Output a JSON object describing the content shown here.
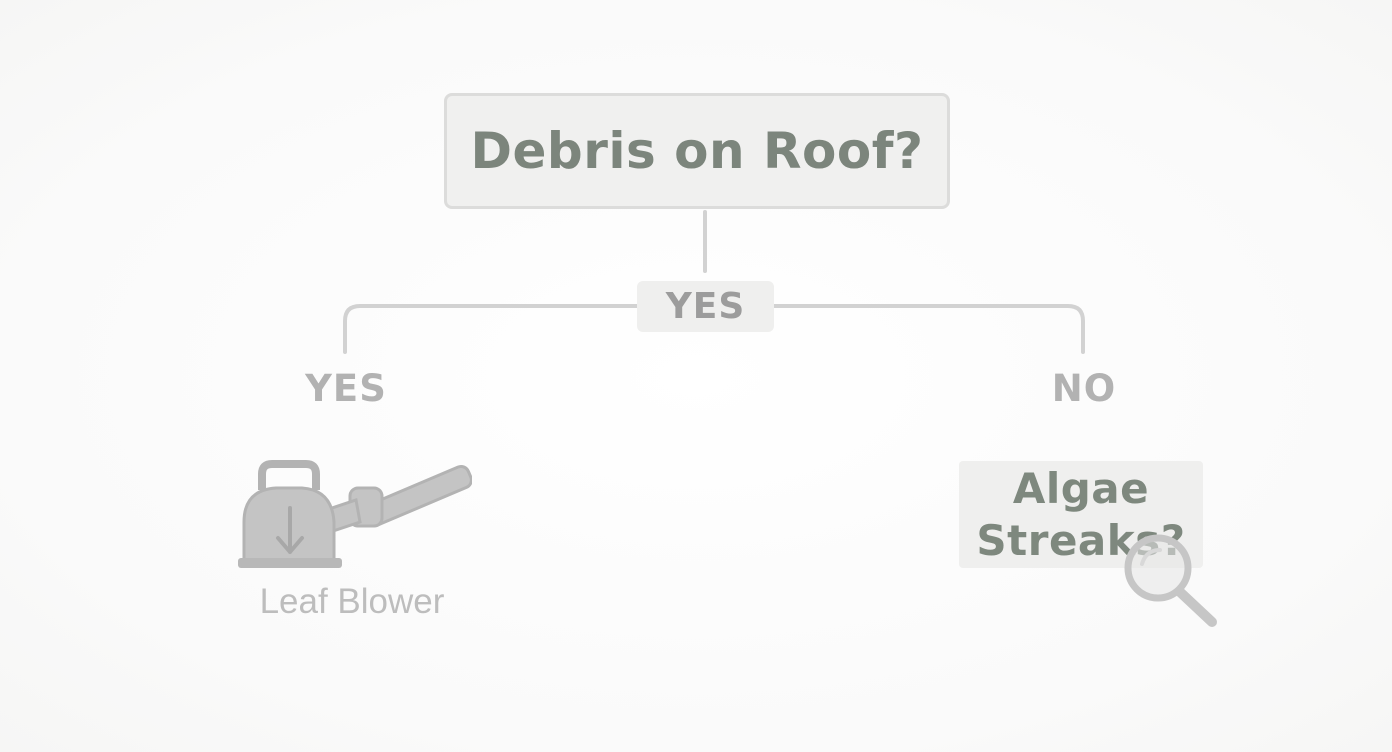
{
  "diagram": {
    "question": "Debris on Roof?",
    "center_label": "YES",
    "left_branch": {
      "label": "YES",
      "icon": "leaf-blower-icon",
      "caption": "Leaf Blower"
    },
    "right_branch": {
      "label": "NO",
      "follow_up_question": "Algae Streaks?",
      "icon": "magnifier-icon"
    },
    "colors": {
      "question_text": "#7c857c",
      "label_text": "#b2b2b2",
      "connector": "#d2d2d2",
      "icon": "#c4c4c4",
      "box_fill": "#f0f0ef"
    }
  }
}
